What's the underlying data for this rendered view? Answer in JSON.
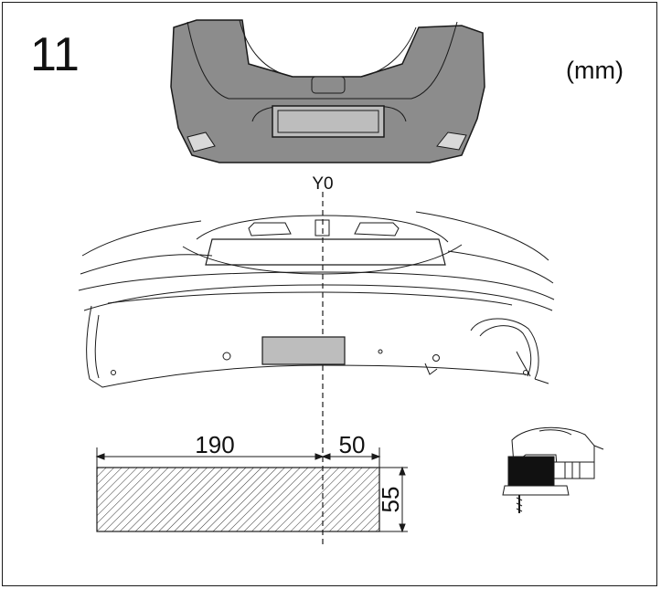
{
  "step": {
    "number": "11",
    "unit": "(mm)"
  },
  "axis": {
    "label": "Y0"
  },
  "dimensions": {
    "left_width": "190",
    "right_width": "50",
    "height": "55"
  },
  "colors": {
    "line": "#1a1a1a",
    "bumper_fill": "#8c8c8c",
    "cutout_fill": "#bdbdbd",
    "hatch": "#333333"
  },
  "icons": {
    "tool": "jigsaw-icon"
  }
}
